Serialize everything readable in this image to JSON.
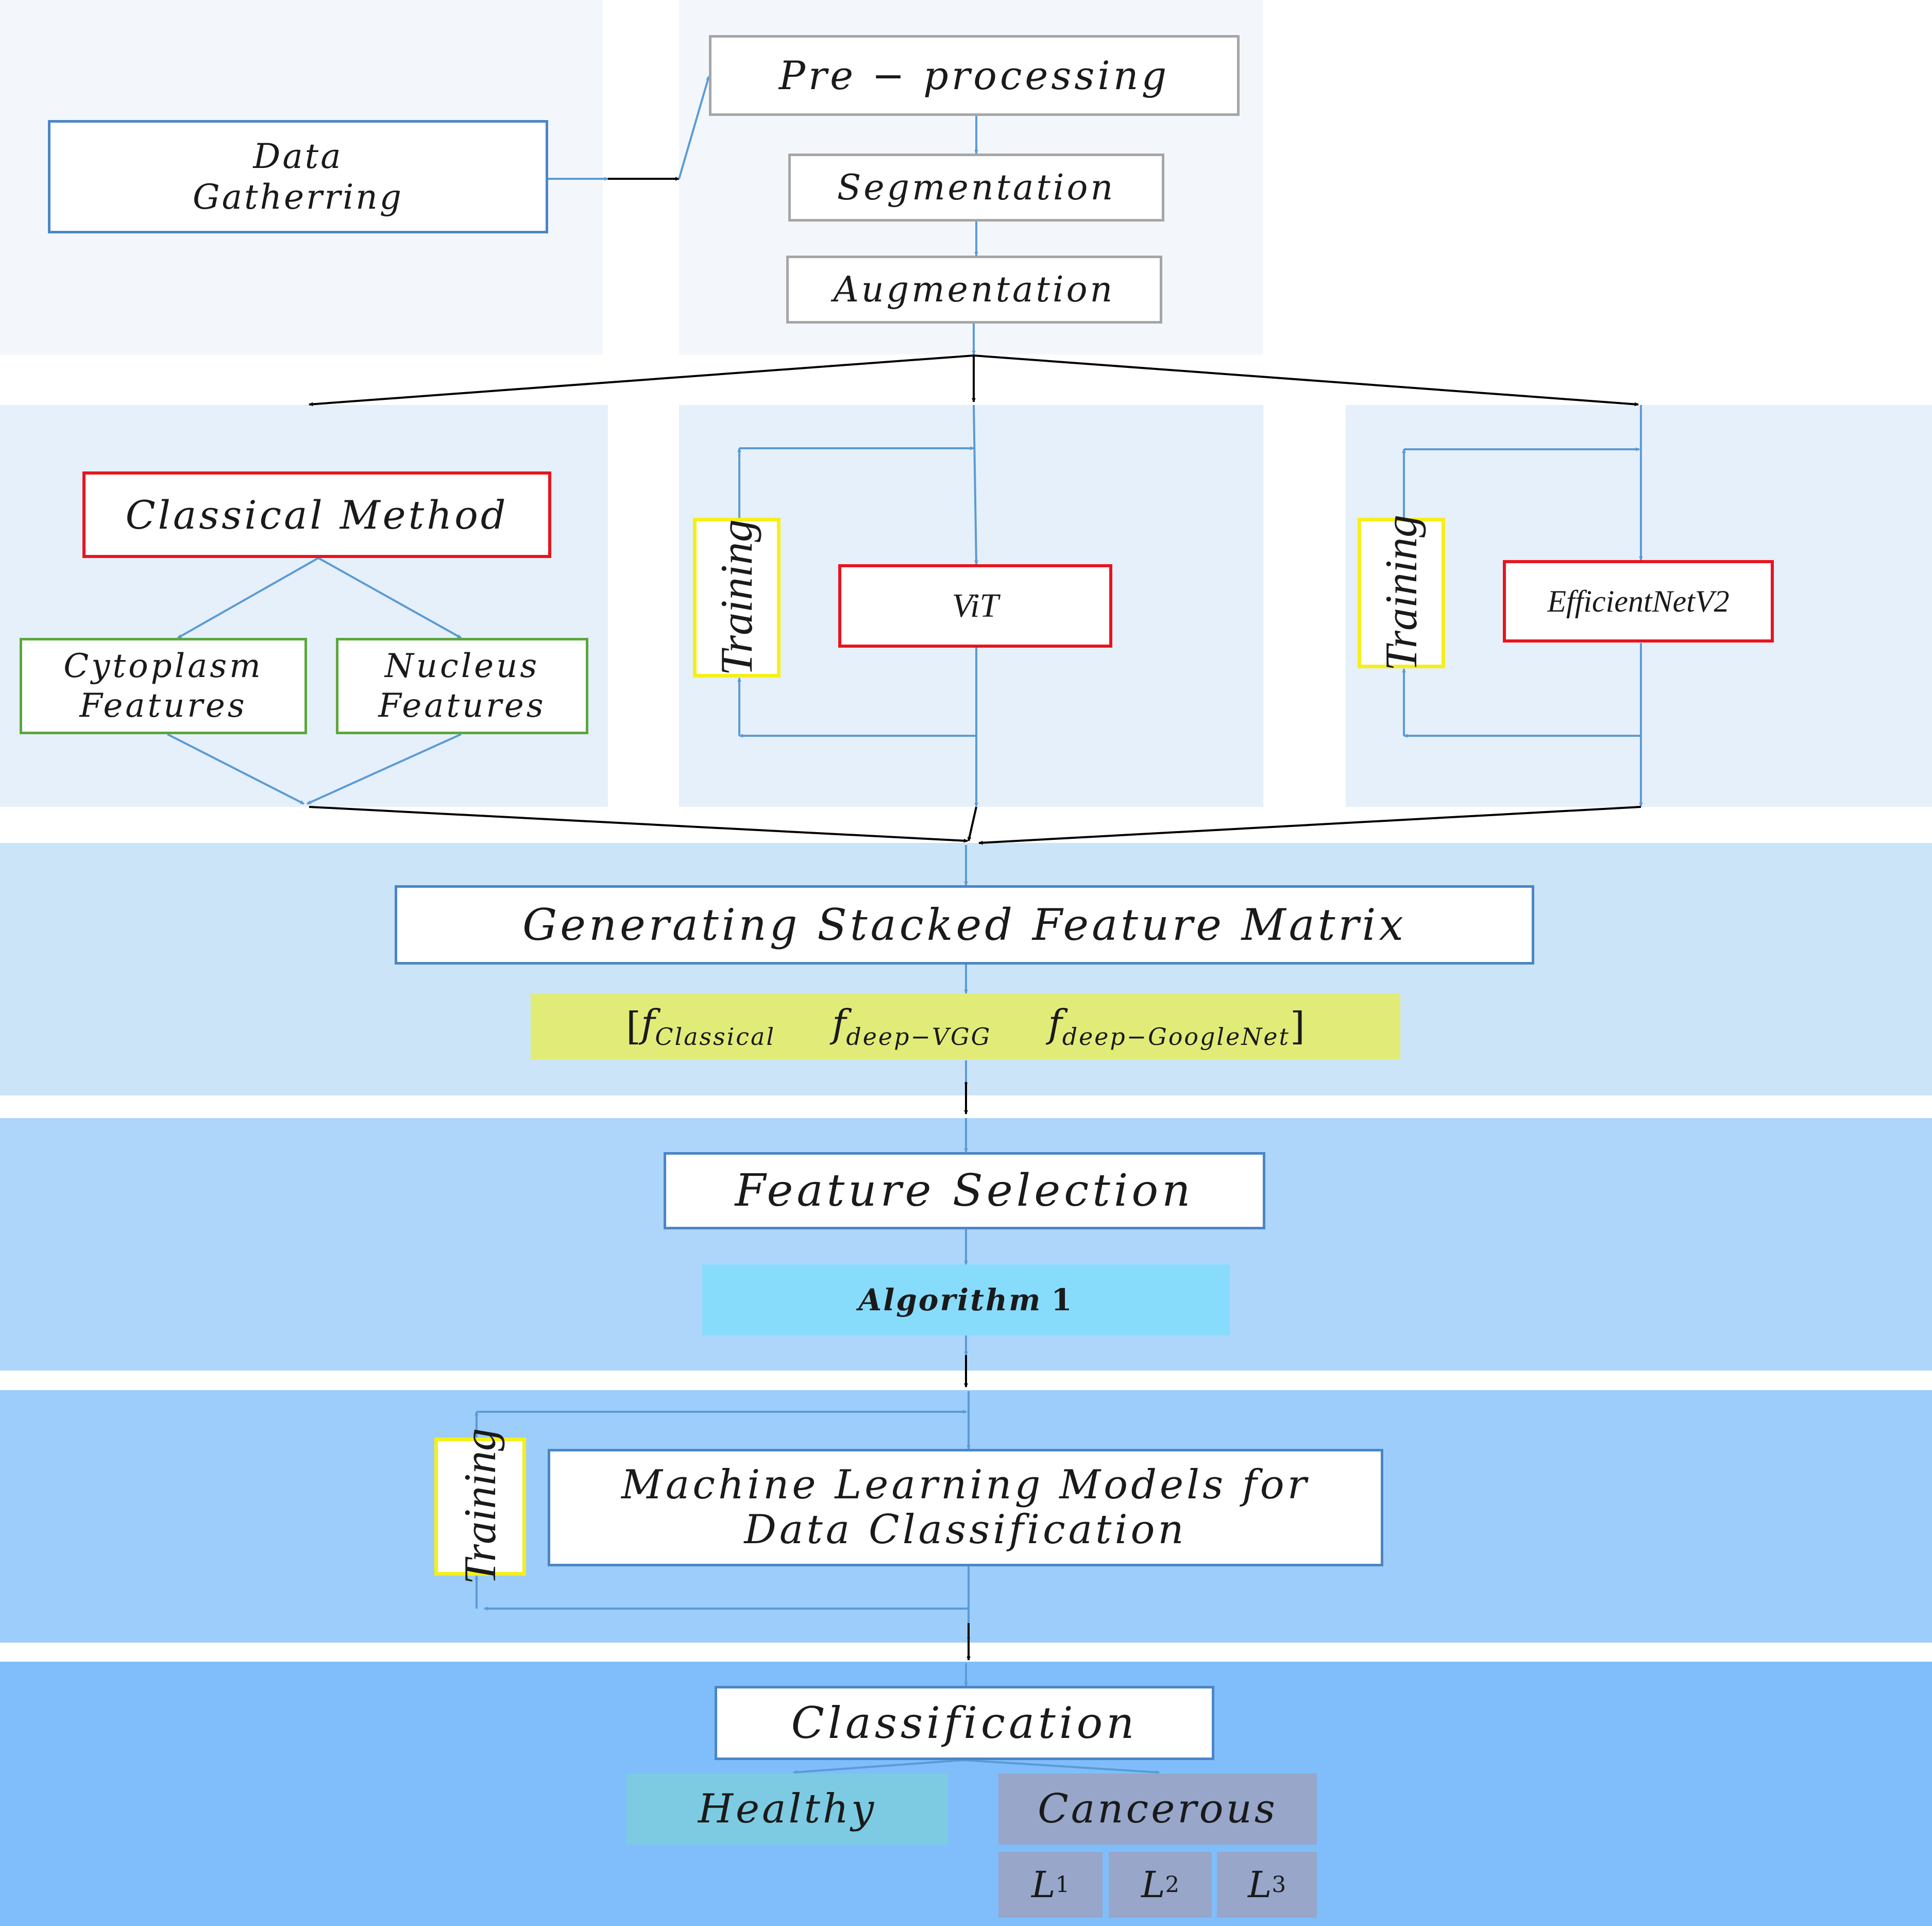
{
  "colors": {
    "band_top": "#f3f7fc",
    "band_models": "#e6f0fb",
    "band_matrix": "#cce4f8",
    "band_selection": "#aed6fb",
    "band_ml": "#9dcdfb",
    "band_class": "#7fbefb",
    "box_border_gray": "#a6a6a6",
    "box_border_blue": "#4a86c5",
    "box_border_red": "#e8141e",
    "box_border_green": "#5aa83c",
    "box_border_yellow": "#f5ef1a",
    "arrow_blue": "#5b9bd5",
    "arrow_black": "#000000",
    "feature_vector_bg": "#e1ec78",
    "algorithm_bg": "#87dcfc",
    "healthy_bg": "#7ccbe2",
    "cancerous_bg": "#97a6c9"
  },
  "nodes": {
    "data_gathering": [
      "Data",
      "Gatherring"
    ],
    "preprocessing": "Pre − processing",
    "segmentation": "Segmentation",
    "augmentation": "Augmentation",
    "classical_method": "Classical Method",
    "cytoplasm_features": [
      "Cytoplasm",
      "Features"
    ],
    "nucleus_features": [
      "Nucleus",
      "Features"
    ],
    "vit": "ViT",
    "efficientnet": "EfficientNetV2",
    "training": "Training",
    "stacked_matrix": "Generating Stacked Feature Matrix",
    "feature_selection": "Feature Selection",
    "ml_models": [
      "Machine Learning Models for",
      "Data Classification"
    ],
    "classification": "Classification",
    "healthy": "Healthy",
    "cancerous": "Cancerous"
  },
  "feature_vector": {
    "open": "[",
    "close": "]",
    "f": "f",
    "terms": [
      "Classical",
      "deep−VGG",
      "deep−GoogleNet"
    ]
  },
  "algorithm": {
    "name": "Algorithm",
    "number": "1"
  },
  "levels": [
    {
      "letter": "L",
      "sub": "1"
    },
    {
      "letter": "L",
      "sub": "2"
    },
    {
      "letter": "L",
      "sub": "3"
    }
  ]
}
